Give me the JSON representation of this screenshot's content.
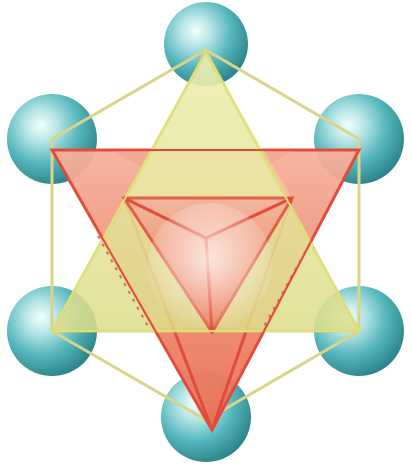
{
  "figure": {
    "colors": {
      "background": "#ffffff",
      "sphere": "#4fb3ba",
      "sphere_highlight": "#d8f3f2",
      "sphere_shadow": "#2a7f86",
      "hexagon_outline": "#d9d48a",
      "upward_tetrahedron_fill": "#e4e39a",
      "upward_tetrahedron_edge": "#d8d96a",
      "downward_tetrahedron_fill": "#f08a6a",
      "downward_tetrahedron_edge": "#e24a3a",
      "hidden_edge": "#d56a5a"
    },
    "elements": {
      "sphere_count": 6,
      "shapes": [
        "hexagon-outline",
        "upward-tetrahedron",
        "downward-tetrahedron",
        "hidden-edges"
      ]
    }
  }
}
